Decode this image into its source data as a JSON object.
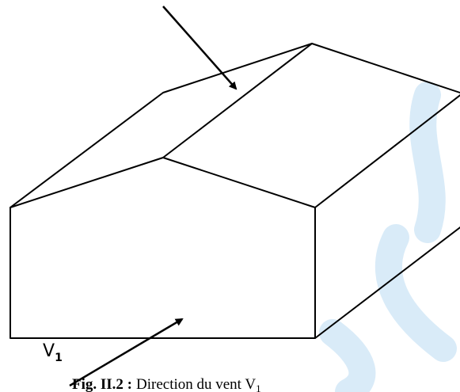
{
  "wind_label": {
    "letter": "V",
    "subscript": "1"
  },
  "caption": {
    "prefix": "Fig. II.2 :",
    "text": "Direction du vent V",
    "subscript": "1"
  },
  "colors": {
    "lines": "#000000",
    "watermark": "#2f8fd8"
  }
}
